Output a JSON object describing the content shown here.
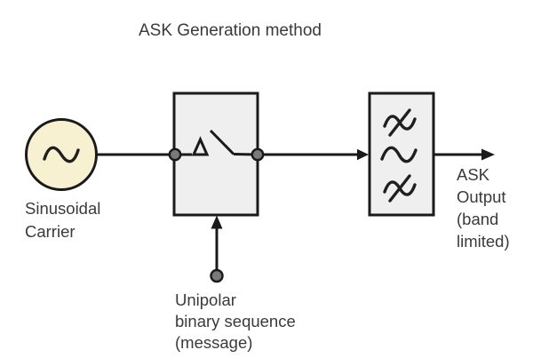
{
  "title": "ASK Generation method",
  "colors": {
    "background": "#ffffff",
    "carrier_fill": "#f8f1d1",
    "block_fill": "#efefef",
    "stroke": "#1a1a1a",
    "node_fill": "#7a7a7a",
    "text": "#3a3a3a"
  },
  "nodes": {
    "carrier": {
      "label": "Sinusoidal\nCarrier",
      "icon": "sine-wave-icon"
    },
    "switch_block": {
      "icon": "switch-icon"
    },
    "filter_block": {
      "icon": "bandpass-filter-icon"
    },
    "output": {
      "label": "ASK\nOutput\n(band\nlimited)"
    },
    "message_input": {
      "label": "Unipolar\nbinary sequence\n(message)"
    }
  }
}
